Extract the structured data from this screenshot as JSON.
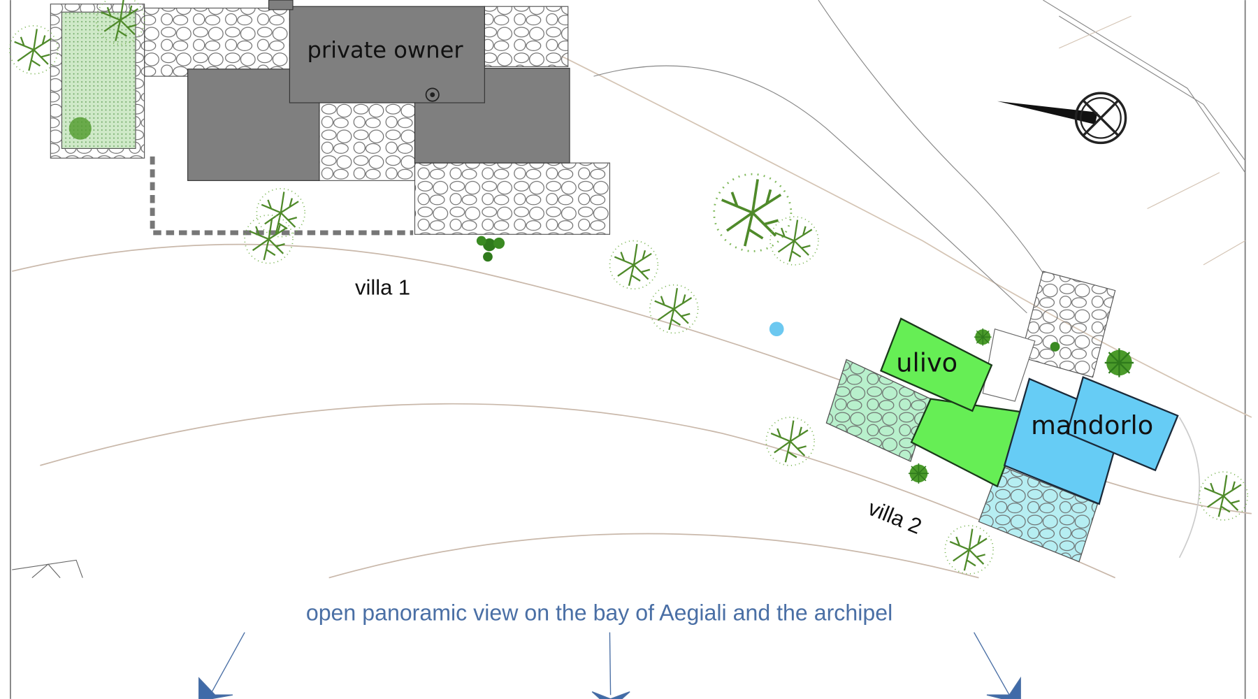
{
  "labels": {
    "private_owner": "private owner",
    "villa1": "villa 1",
    "villa2": "villa 2",
    "ulivo": "ulivo",
    "mandorlo": "mandorlo",
    "panoramic_view": "open panoramic view on the bay of Aegiali and the archipel"
  },
  "colors": {
    "building_grey": "#7f7f7f",
    "ulivo_green": "#66ee55",
    "mandorlo_blue": "#66ccf5",
    "terrace_green": "#b8f0cc",
    "terrace_cyan": "#b6eef2",
    "view_text": "#4a6fa5",
    "contour": "#c9b8aa",
    "marker": "#6cc8f0"
  },
  "icons": [
    "north-arrow-icon",
    "view-arrow-icon",
    "tree-icon"
  ]
}
